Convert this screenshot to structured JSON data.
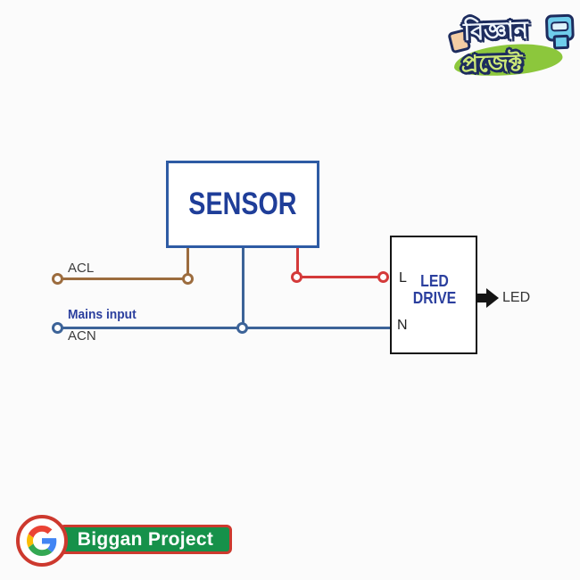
{
  "header_logo": {
    "line1": "বিজ্ঞান",
    "line2": "প্রজেক্ট",
    "outline_navy": "#1d2c5e",
    "top_text_fill": "#eef5fd",
    "bottom_text_fill": "#cde878",
    "splash_green": "#8cc73c",
    "robot_blue": "#6fcdeb"
  },
  "diagram": {
    "sensor": {
      "label": "SENSOR",
      "border_color": "#2e5ba4",
      "text_color": "#1f3e99"
    },
    "led_driver": {
      "label_line1": "LED",
      "label_line2": "DRIVE",
      "l_terminal": "L",
      "n_terminal": "N",
      "border_color": "#141414",
      "text_color": "#2b3f9e"
    },
    "labels": {
      "acl": "ACL",
      "mains_input": "Mains input",
      "acn": "ACN",
      "led_output": "LED"
    },
    "wire_colors": {
      "live_input": "#9c6c3e",
      "neutral": "#3c6398",
      "switched_live": "#d43a3a"
    },
    "label_colors": {
      "dark": "#3c3c3c",
      "blue": "#2b3f9e"
    },
    "arrow_color": "#141414"
  },
  "footer_logo": {
    "text": "Biggan Project",
    "banner_green": "#16914a",
    "border_red": "#cd392e",
    "g_colors": {
      "blue": "#4285F4",
      "red": "#EA4335",
      "yellow": "#FBBC05",
      "green": "#34A853"
    }
  }
}
